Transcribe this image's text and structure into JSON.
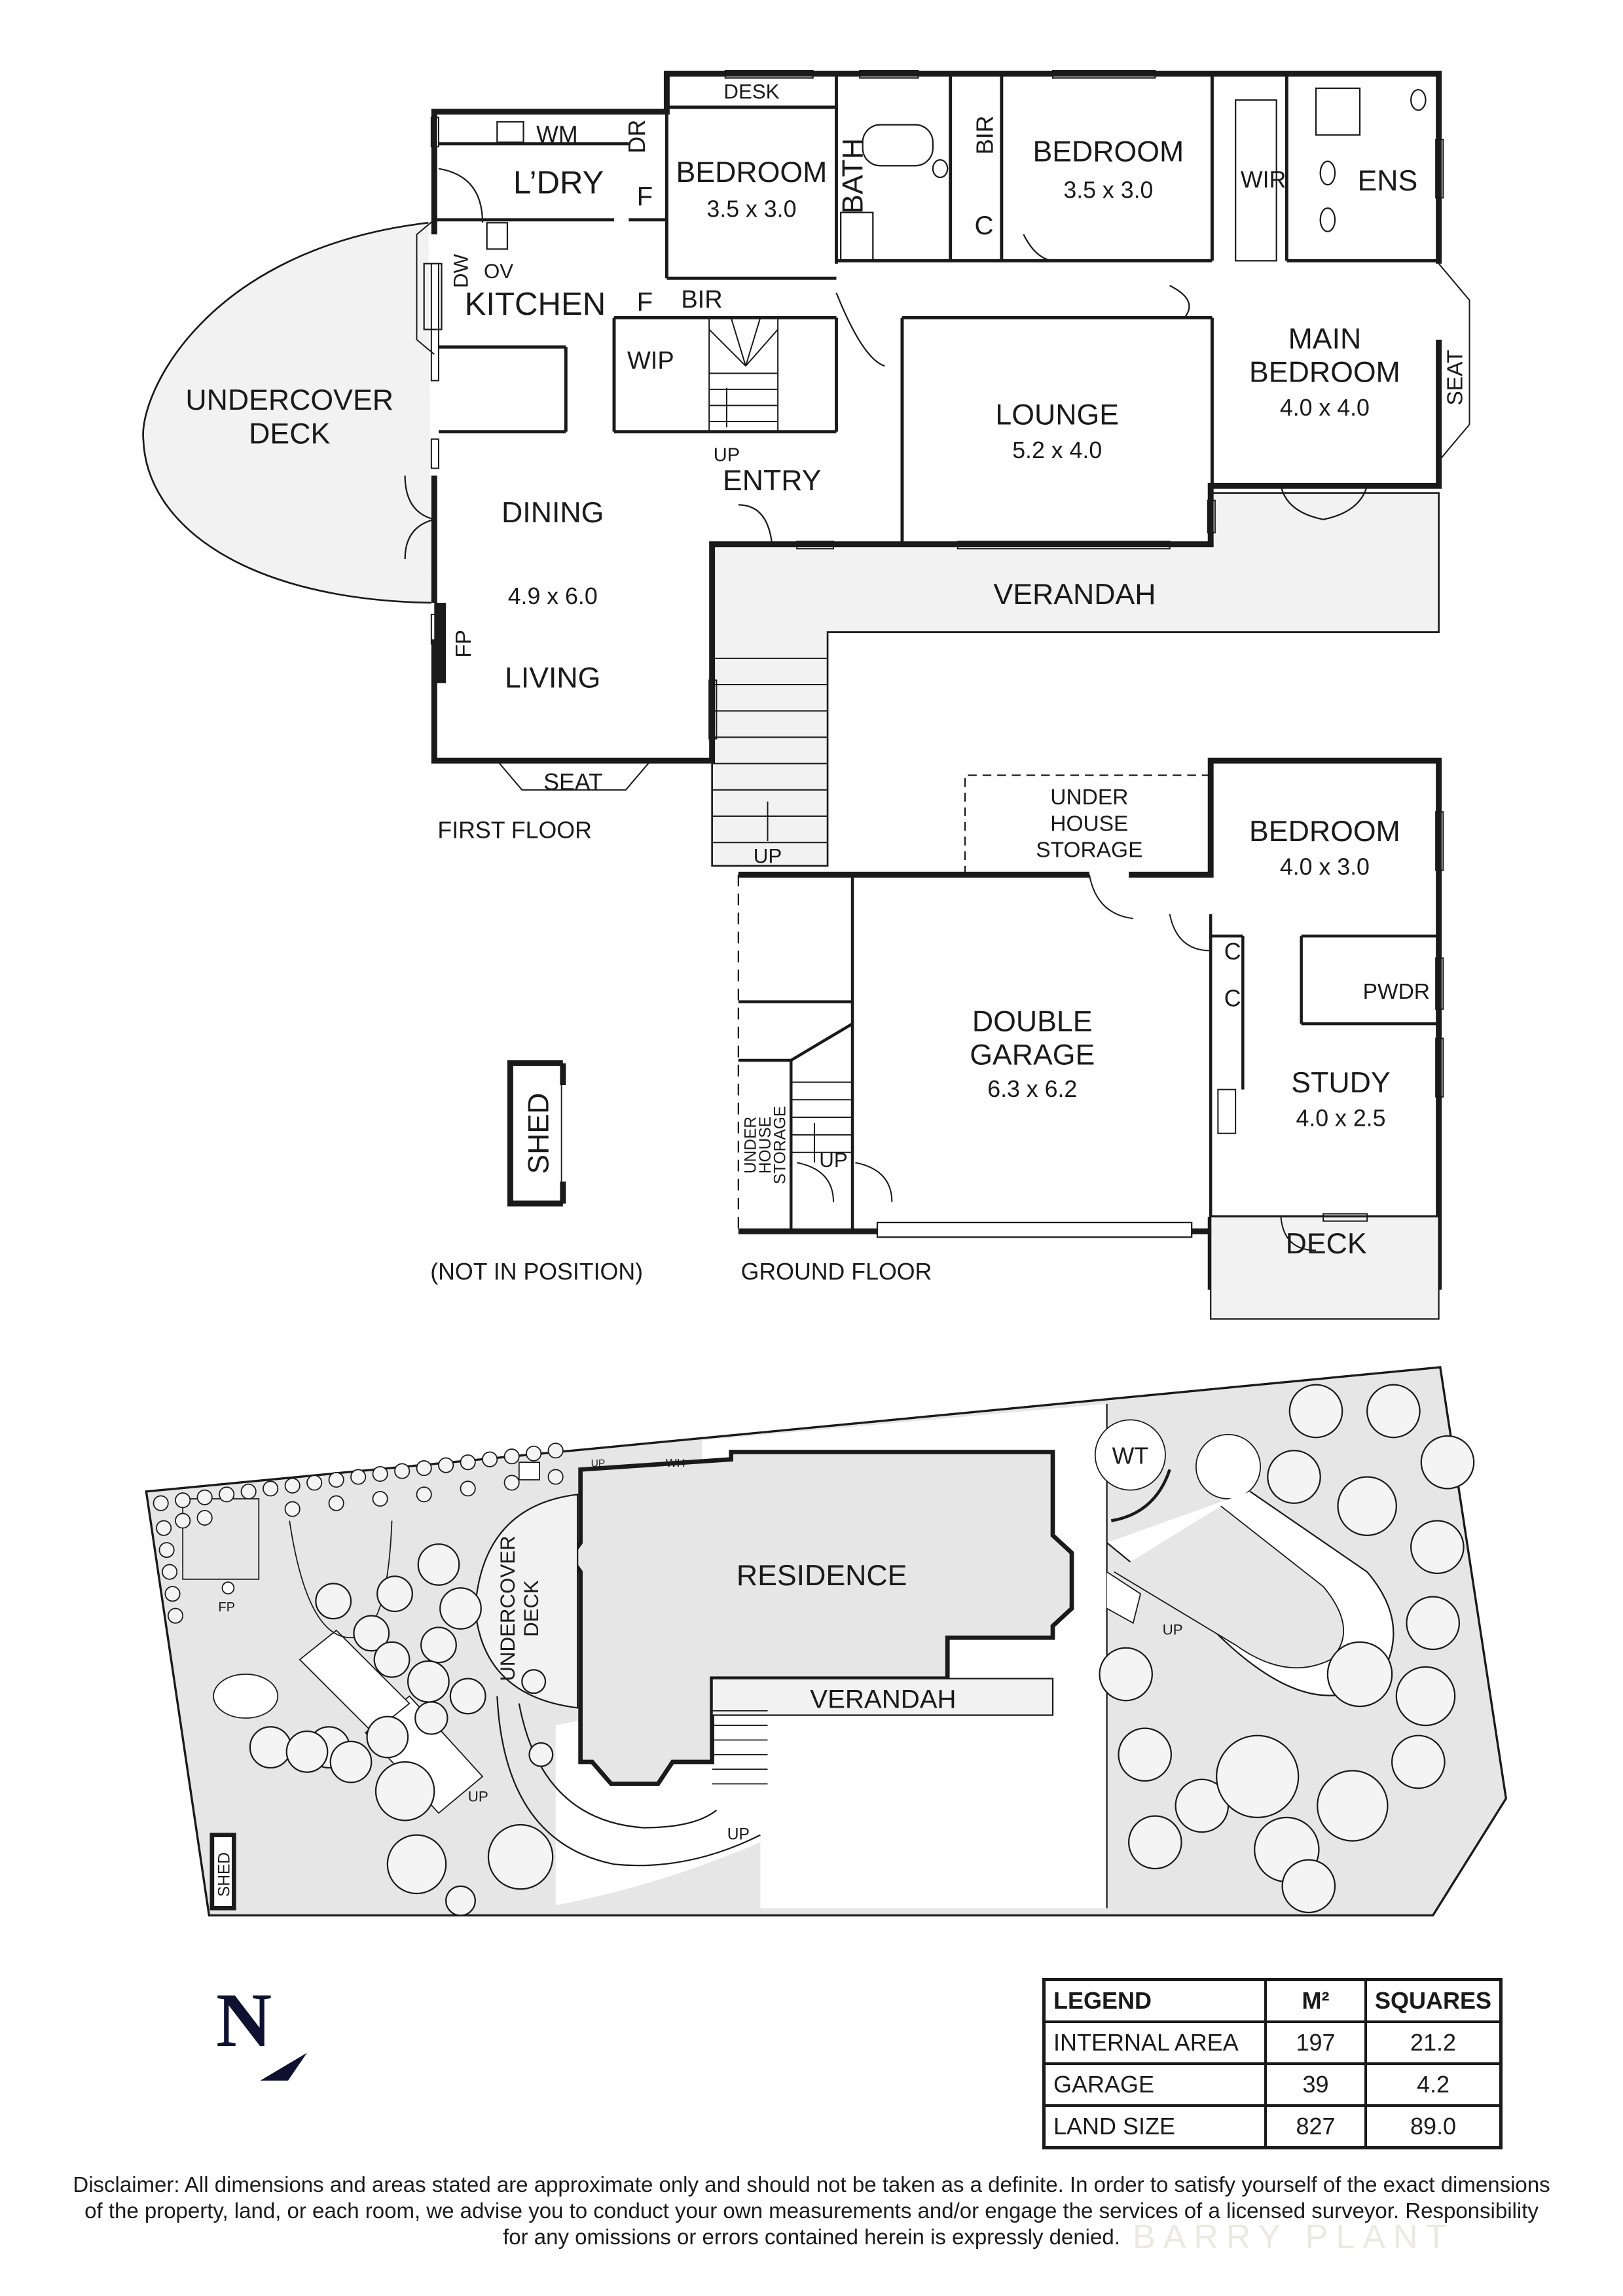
{
  "first_floor": {
    "title": "FIRST FLOOR",
    "rooms": {
      "laundry": "L’DRY",
      "wm": "WM",
      "dr": "DR",
      "f1": "F",
      "f2": "F",
      "kitchen": "KITCHEN",
      "dw": "DW",
      "ov": "OV",
      "bedroom1": {
        "name": "BEDROOM",
        "size": "3.5 x 3.0"
      },
      "desk": "DESK",
      "bir1": "BIR",
      "wip": "WIP",
      "bath": "BATH",
      "bir2": "BIR",
      "c": "C",
      "bedroom2": {
        "name": "BEDROOM",
        "size": "3.5 x 3.0"
      },
      "wir": "WIR",
      "ens": "ENS",
      "main_bedroom": {
        "name_line1": "MAIN",
        "name_line2": "BEDROOM",
        "size": "4.0 x 4.0"
      },
      "seat_main": "SEAT",
      "lounge": {
        "name": "LOUNGE",
        "size": "5.2 x 4.0"
      },
      "entry": "ENTRY",
      "up_entry": "UP",
      "dining": "DINING",
      "living_size": "4.9 x 6.0",
      "living": "LIVING",
      "fp": "FP",
      "seat_living": "SEAT",
      "undercover_deck_line1": "UNDERCOVER",
      "undercover_deck_line2": "DECK",
      "verandah": "VERANDAH",
      "stairs_up": "UP"
    }
  },
  "ground_floor": {
    "title": "GROUND FLOOR",
    "rooms": {
      "under_house_storage": [
        "UNDER",
        "HOUSE",
        "STORAGE"
      ],
      "bedroom": {
        "name": "BEDROOM",
        "size": "4.0 x 3.0"
      },
      "c1": "C",
      "c2": "C",
      "pwdr": "PWDR",
      "double_garage": {
        "name_line1": "DOUBLE",
        "name_line2": "GARAGE",
        "size": "6.3 x 6.2"
      },
      "study": {
        "name": "STUDY",
        "size": "4.0 x 2.5"
      },
      "deck": "DECK",
      "side_storage": [
        "UNDER",
        "HOUSE",
        "STORAGE"
      ],
      "stairs_up": "UP"
    }
  },
  "shed": {
    "label": "SHED",
    "note": "(NOT IN POSITION)"
  },
  "site_plan": {
    "residence": "RESIDENCE",
    "verandah": "VERANDAH",
    "undercover_deck_line1": "UNDERCOVER",
    "undercover_deck_line2": "DECK",
    "wt": "WT",
    "wh": "WH",
    "fp": "FP",
    "shed": "SHED",
    "up_labels": [
      "UP",
      "UP",
      "UP",
      "UP"
    ]
  },
  "compass": {
    "letter": "N"
  },
  "legend": {
    "headers": [
      "LEGEND",
      "M²",
      "SQUARES"
    ],
    "rows": [
      {
        "label": "INTERNAL AREA",
        "m2": "197",
        "squares": "21.2"
      },
      {
        "label": "GARAGE",
        "m2": "39",
        "squares": "4.2"
      },
      {
        "label": "LAND SIZE",
        "m2": "827",
        "squares": "89.0"
      }
    ]
  },
  "disclaimer": {
    "line1": "Disclaimer: All dimensions and areas stated are approximate only and should not be taken as a definite. In order to satisfy yourself of the exact dimensions",
    "line2": "of the property, land, or each room, we advise you to conduct your own measurements and/or engage the services of a licensed surveyor. Responsibility",
    "line3": "for any omissions or errors contained herein is expressly denied."
  },
  "watermark": "BARRY PLANT",
  "colors": {
    "wall": "#1a1a1a",
    "shade": "#e8e8e8",
    "deck_shade": "#f2f2f2",
    "compass": "#0e1230"
  }
}
